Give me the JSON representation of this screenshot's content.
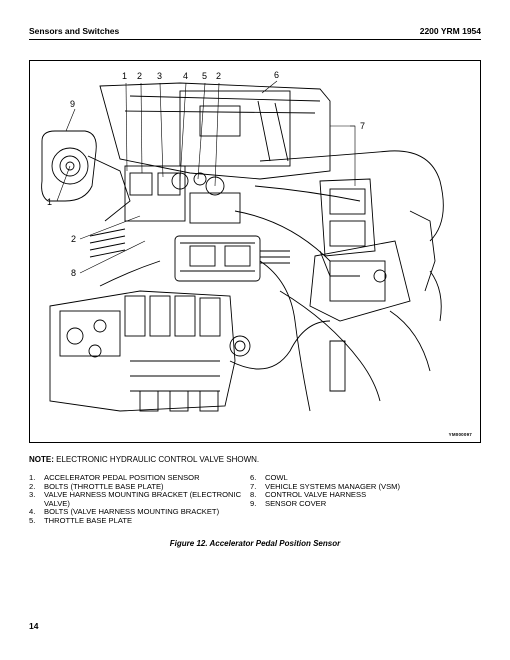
{
  "header": {
    "section_title": "Sensors and Switches",
    "manual_code": "2200 YRM 1954"
  },
  "figure": {
    "image_id": "YM000097",
    "callouts": [
      "1",
      "2",
      "3",
      "4",
      "5",
      "2",
      "6",
      "7",
      "9",
      "1",
      "2",
      "8"
    ]
  },
  "note": {
    "label": "NOTE:",
    "text": "ELECTRONIC HYDRAULIC CONTROL VALVE SHOWN."
  },
  "legend": {
    "left": [
      {
        "num": "1.",
        "text": "ACCELERATOR PEDAL POSITION SENSOR"
      },
      {
        "num": "2.",
        "text": "BOLTS (THROTTLE BASE PLATE)"
      },
      {
        "num": "3.",
        "text": "VALVE HARNESS MOUNTING BRACKET (ELECTRONIC VALVE)"
      },
      {
        "num": "4.",
        "text": "BOLTS (VALVE HARNESS MOUNTING BRACKET)"
      },
      {
        "num": "5.",
        "text": "THROTTLE BASE PLATE"
      }
    ],
    "right": [
      {
        "num": "6.",
        "text": "COWL"
      },
      {
        "num": "7.",
        "text": "VEHICLE SYSTEMS MANAGER (VSM)"
      },
      {
        "num": "8.",
        "text": "CONTROL VALVE HARNESS"
      },
      {
        "num": "9.",
        "text": "SENSOR COVER"
      }
    ]
  },
  "caption": "Figure 12. Accelerator Pedal Position Sensor",
  "page_number": "14"
}
